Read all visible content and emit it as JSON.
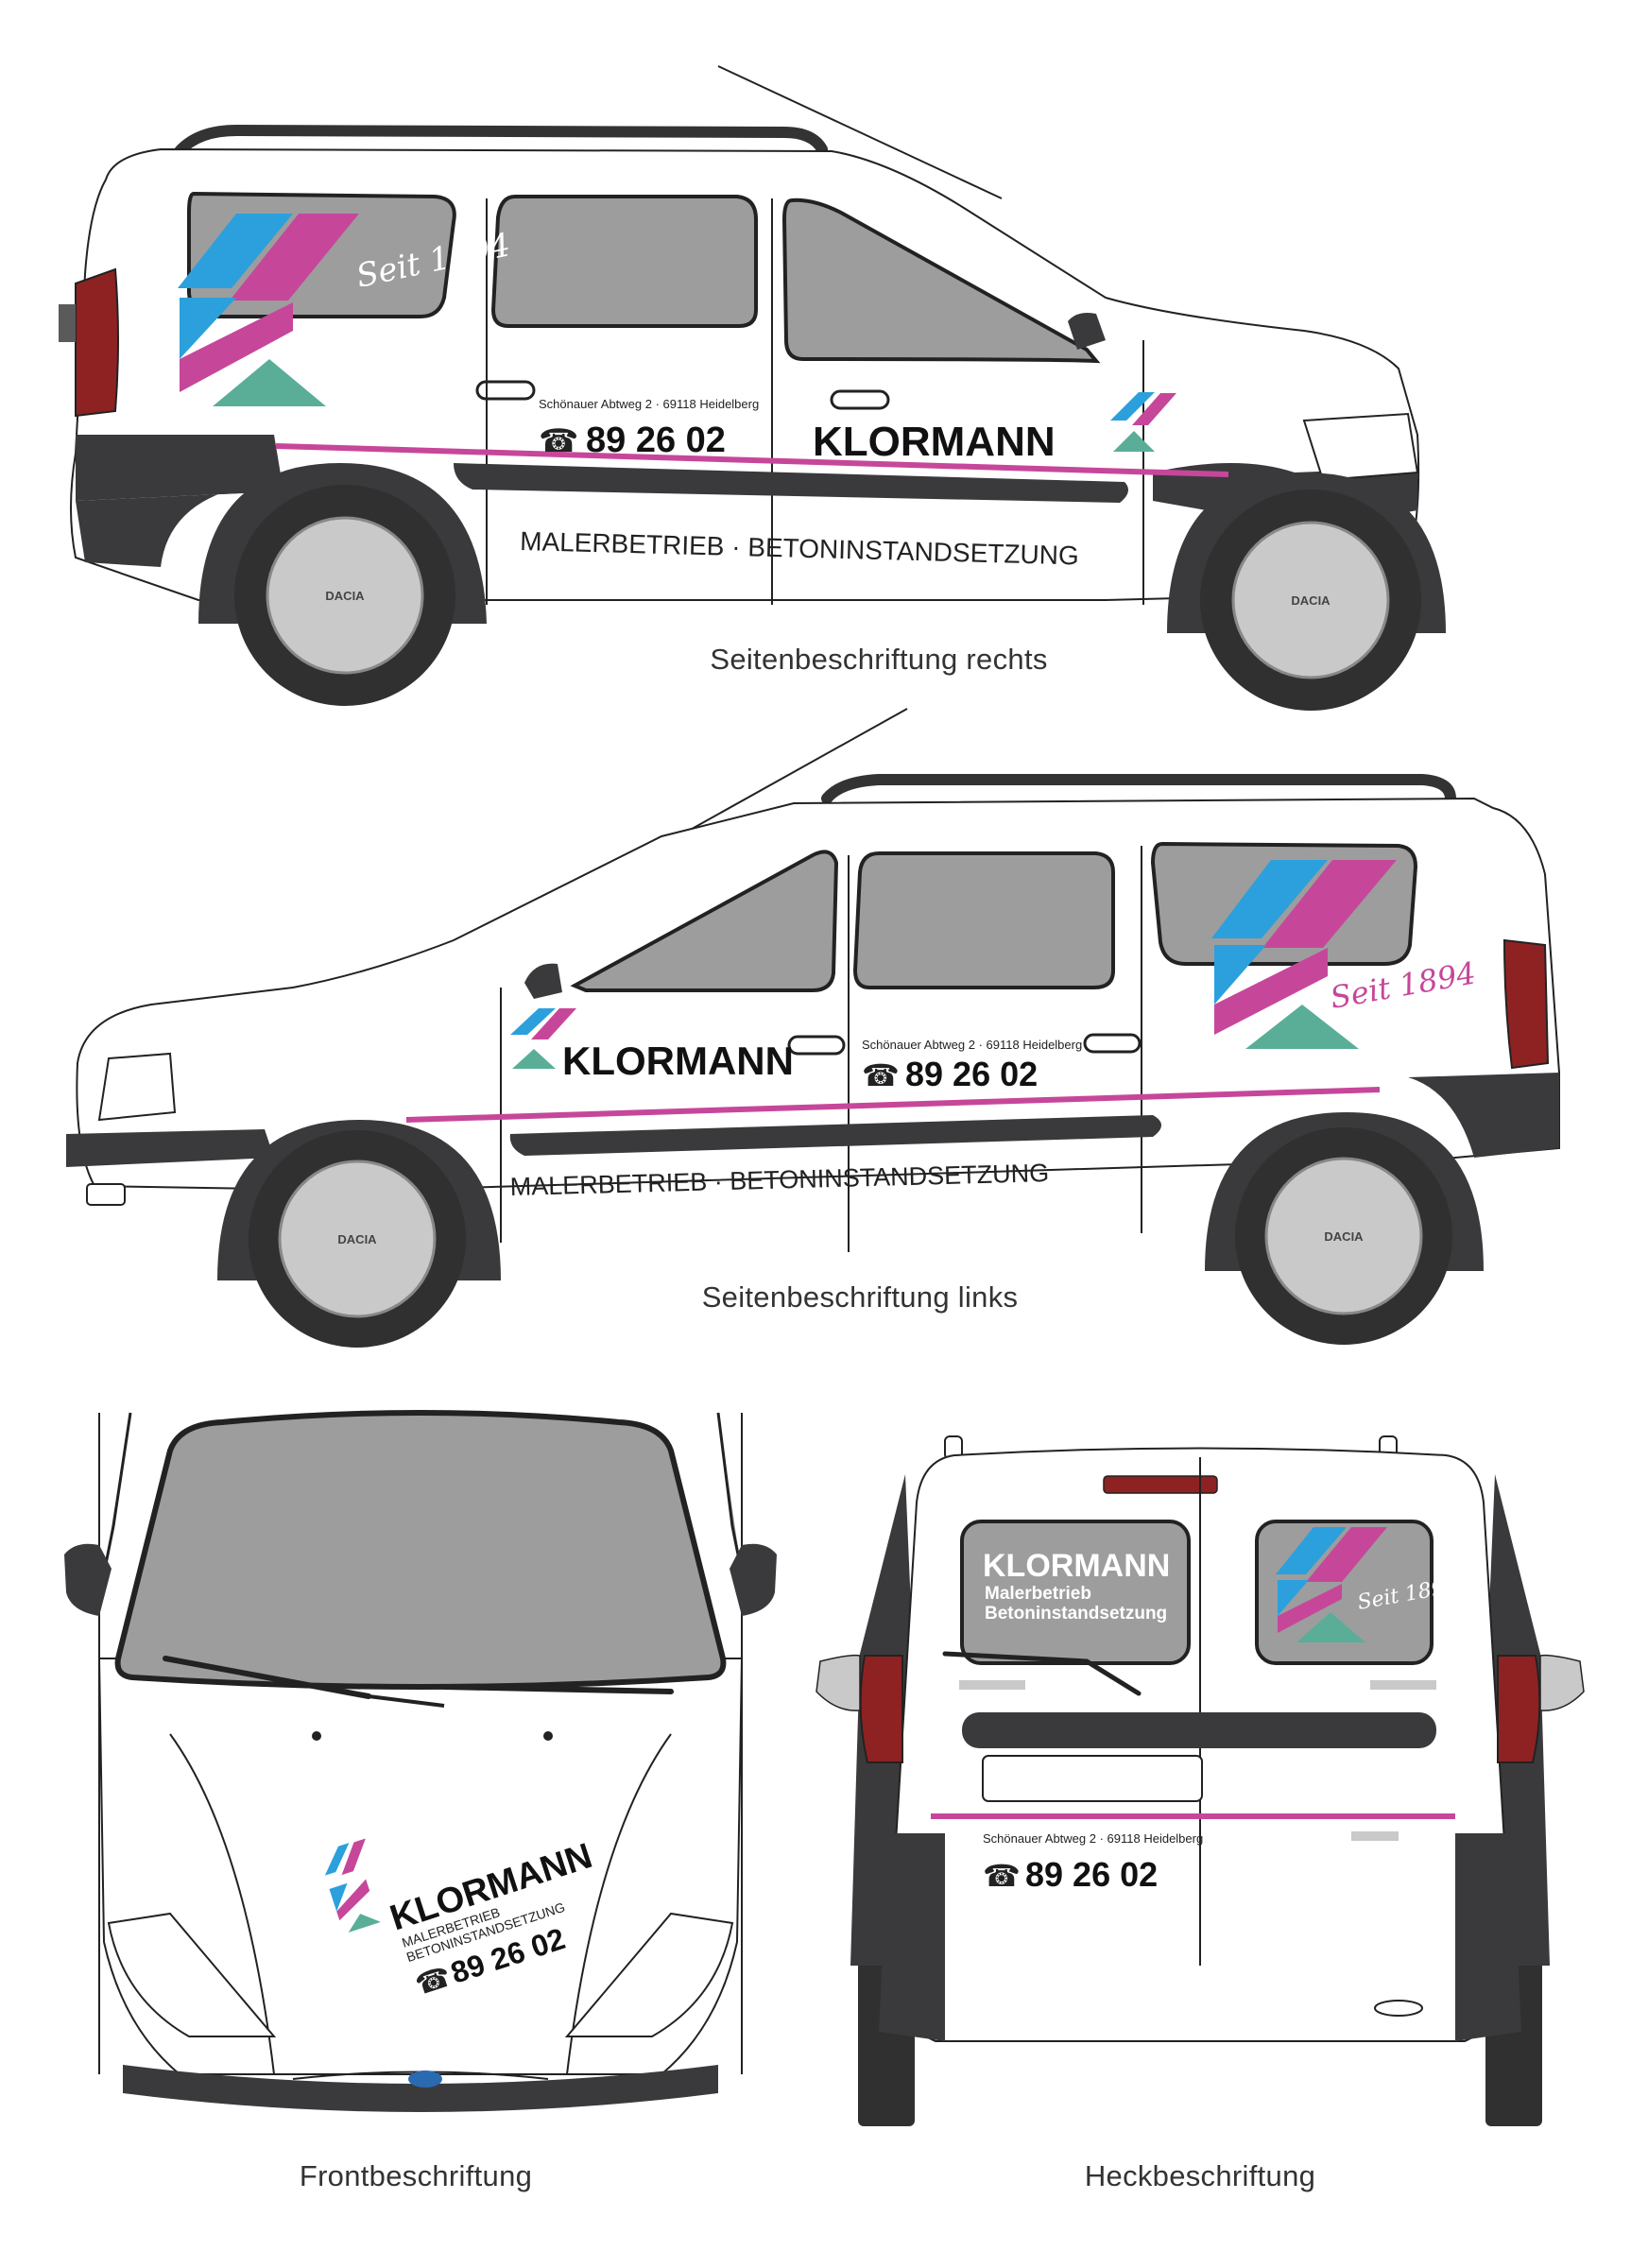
{
  "brand": {
    "name": "KLORMANN",
    "since": "Seit 1894",
    "services_line": "MALERBETRIEB · BETONINSTANDSETZUNG",
    "service_1": "Malerbetrieb",
    "service_2": "Betoninstandsetzung",
    "service_1_caps": "MALERBETRIEB",
    "service_2_caps": "BETONINSTANDSETZUNG",
    "address": "Schönauer Abtweg 2 · 69118 Heidelberg",
    "phone": "89 26 02",
    "phone_icon": "☎",
    "wheel_badge": "DACIA"
  },
  "captions": {
    "right_side": "Seitenbeschriftung rechts",
    "left_side": "Seitenbeschriftung links",
    "front": "Frontbeschriftung",
    "rear": "Heckbeschriftung"
  },
  "colors": {
    "magenta": "#c6479a",
    "blue": "#2ba0dc",
    "teal": "#5aae98",
    "body_dark": "#3a3a3c",
    "glass": "#9d9d9e",
    "taillight": "#8e2222"
  },
  "icons": {
    "phone": "phone-icon",
    "logo": "klormann-logo-mark"
  }
}
